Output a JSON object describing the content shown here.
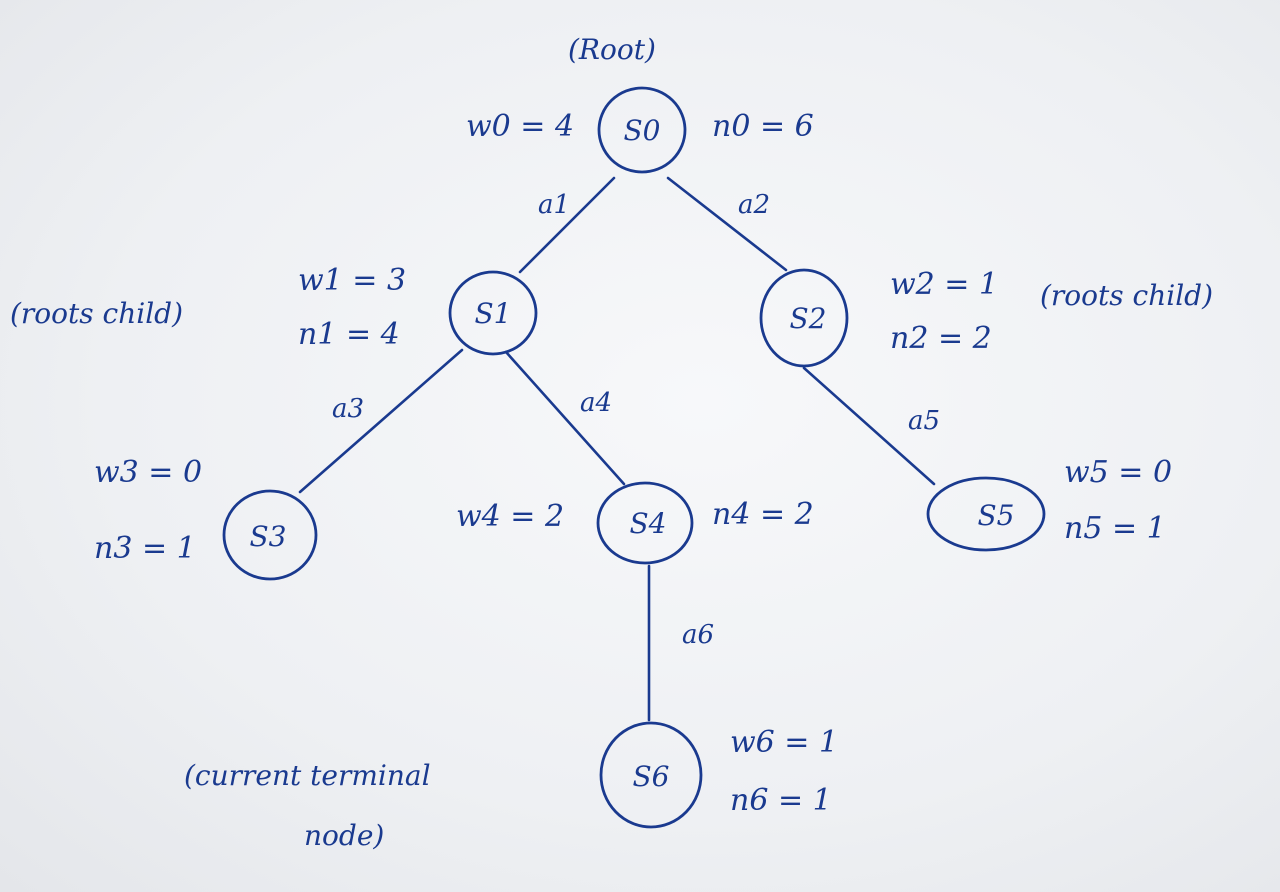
{
  "diagram": {
    "root_note": "(Root)",
    "nodes": [
      {
        "id": "s0",
        "label": "S0",
        "w": "w0 = 4",
        "n": "n0 = 6"
      },
      {
        "id": "s1",
        "label": "S1",
        "w": "w1 = 3",
        "n": "n1 = 4",
        "note": "(roots child)"
      },
      {
        "id": "s2",
        "label": "S2",
        "w": "w2 = 1",
        "n": "n2 = 2",
        "note": "(roots child)"
      },
      {
        "id": "s3",
        "label": "S3",
        "w": "w3 = 0",
        "n": "n3 = 1"
      },
      {
        "id": "s4",
        "label": "S4",
        "w": "w4 = 2",
        "n": "n4 = 2"
      },
      {
        "id": "s5",
        "label": "S5",
        "w": "w5 = 0",
        "n": "n5 = 1"
      },
      {
        "id": "s6",
        "label": "S6",
        "w": "w6 = 1",
        "n": "n6 = 1",
        "note_line1": "(current terminal",
        "note_line2": "node)"
      }
    ],
    "edges": [
      {
        "id": "a1",
        "label": "a1"
      },
      {
        "id": "a2",
        "label": "a2"
      },
      {
        "id": "a3",
        "label": "a3"
      },
      {
        "id": "a4",
        "label": "a4"
      },
      {
        "id": "a5",
        "label": "a5"
      },
      {
        "id": "a6",
        "label": "a6"
      }
    ],
    "colors": {
      "ink": "#1a3a8f",
      "paper": "#f2f3f5"
    }
  }
}
